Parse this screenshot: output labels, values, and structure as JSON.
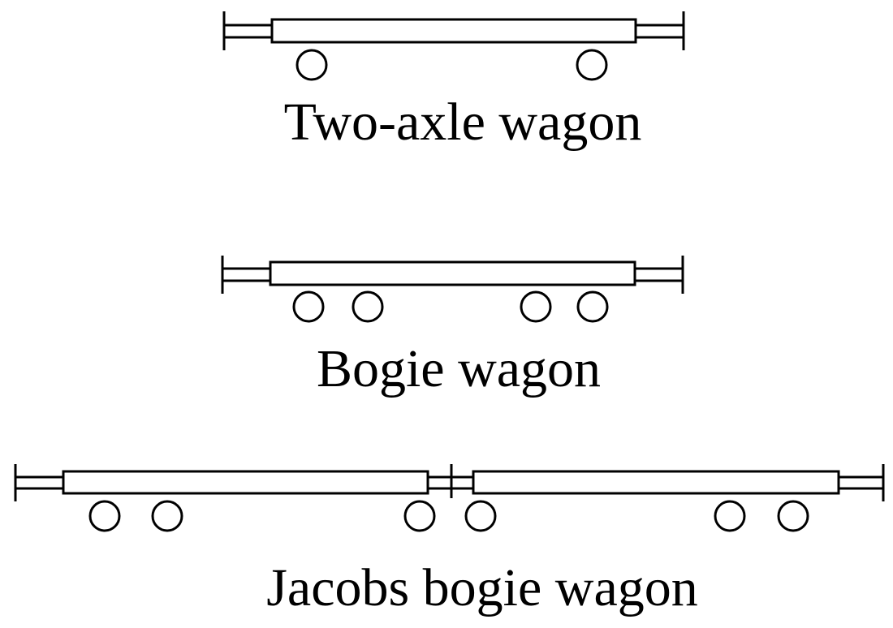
{
  "wagons": [
    {
      "label": "Two-axle wagon"
    },
    {
      "label": "Bogie wagon"
    },
    {
      "label": "Jacobs bogie wagon"
    }
  ]
}
